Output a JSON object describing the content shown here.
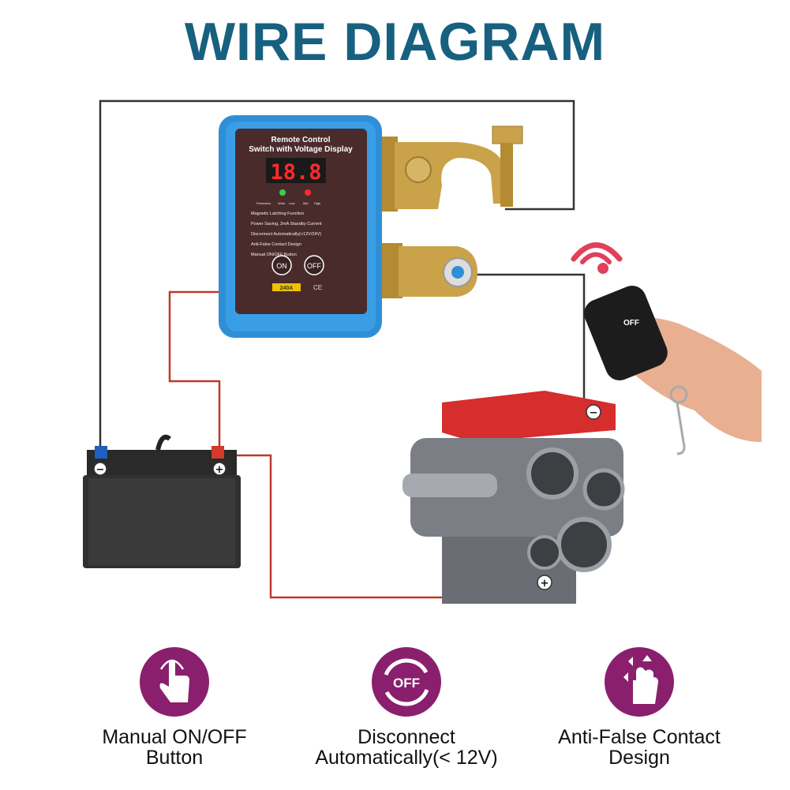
{
  "title": "WIRE DIAGRAM",
  "device": {
    "heading_line1": "Remote Control",
    "heading_line2": "Switch with Voltage Display",
    "display_value": "18.8",
    "indicators": [
      "Protection",
      "Work",
      "Low",
      "Mid",
      "High"
    ],
    "feature_lines": [
      "Magnetic Latching Function",
      "Power Saving, 2mA Standby Current",
      "Disconnect Automatically(<12V/24V)",
      "Anti-False Contact Design",
      "Manual ON/OFF Button"
    ],
    "button_on": "ON",
    "button_off": "OFF",
    "rating": "240A",
    "mark": "CE"
  },
  "remote": {
    "off_label": "OFF"
  },
  "terminals": {
    "minus": "−",
    "plus": "+"
  },
  "features": [
    {
      "icon": "hand-tap-icon",
      "line1": "Manual ON/OFF",
      "line2": "Button"
    },
    {
      "icon": "off-cycle-icon",
      "line1": "Disconnect",
      "line2": "Automatically(< 12V)"
    },
    {
      "icon": "hand-touch-icon",
      "line1": "Anti-False Contact",
      "line2": "Design"
    }
  ],
  "colors": {
    "title": "#17607f",
    "device": "#2f8fd6",
    "wire_black": "#333333",
    "wire_red": "#c0392b",
    "icon_circle": "#8a1f6d",
    "brass": "#c9a24a"
  }
}
